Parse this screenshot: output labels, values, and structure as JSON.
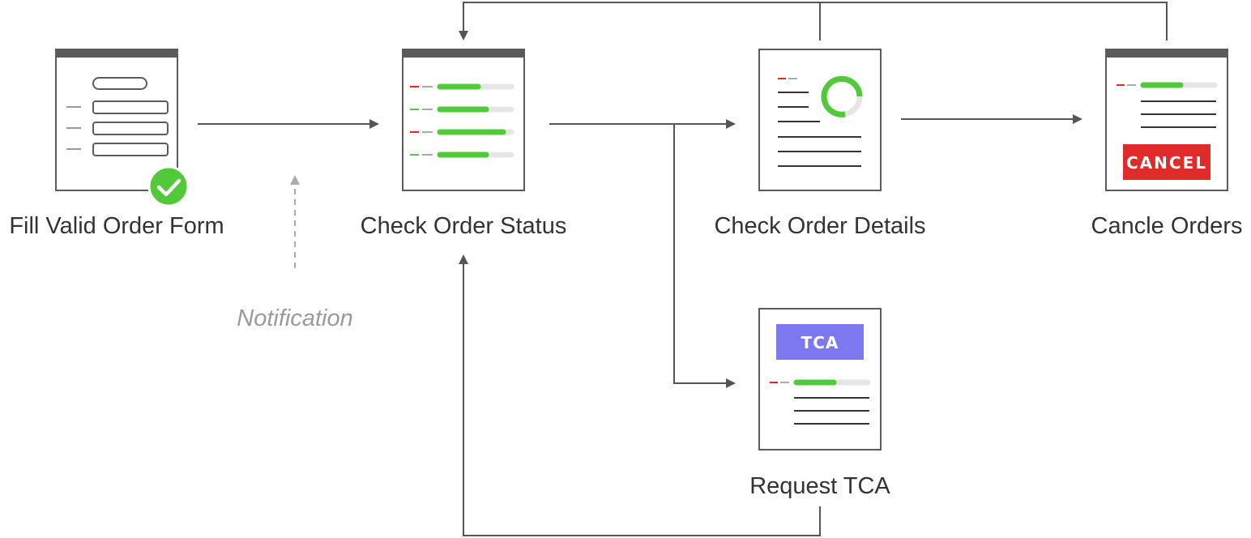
{
  "steps": {
    "fill_form": {
      "label": "Fill Valid Order Form"
    },
    "check_status": {
      "label": "Check Order Status"
    },
    "check_details": {
      "label": "Check Order Details"
    },
    "cancel_orders": {
      "label": "Cancle Orders",
      "badge": "CANCEL"
    },
    "request_tca": {
      "label": "Request TCA",
      "badge": "TCA"
    }
  },
  "notification": {
    "label": "Notification"
  },
  "colors": {
    "line": "#555555",
    "frame": "#5b5b5b",
    "green": "#52c93a",
    "red": "#e02b2b",
    "purple": "#7c79f0",
    "track": "#e6e6e6",
    "muted": "#aaaaaa"
  },
  "icons": {
    "fill_form": "form-document-icon",
    "check_status": "status-list-document-icon",
    "check_details": "details-document-icon",
    "cancel_orders": "cancel-document-icon",
    "request_tca": "tca-document-icon",
    "valid": "checkmark-icon"
  }
}
